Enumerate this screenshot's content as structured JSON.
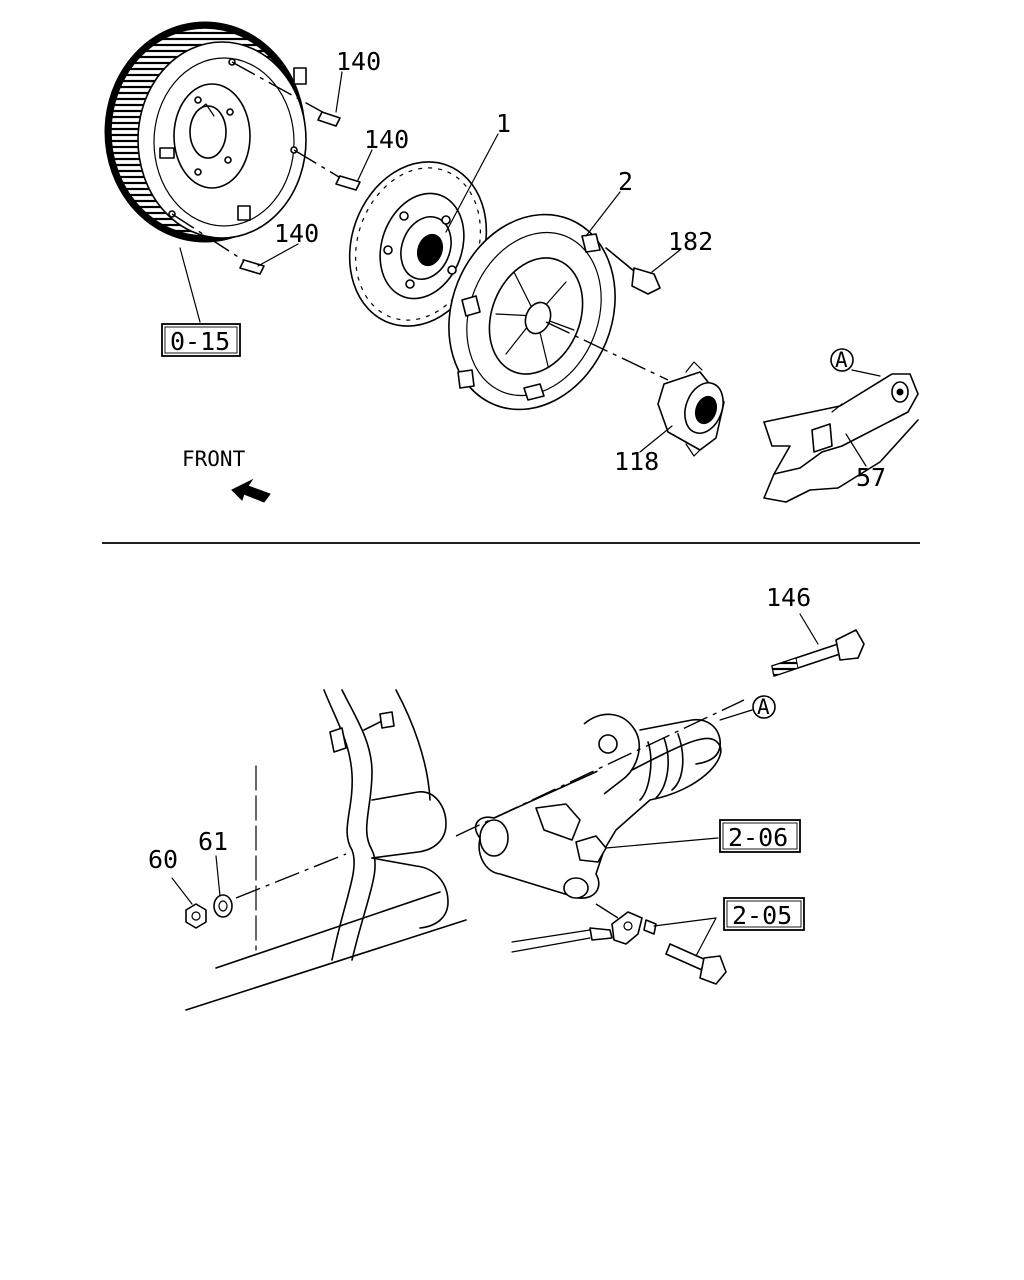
{
  "labels": {
    "pin_top": "140",
    "pin_mid": "140",
    "pin_low": "140",
    "clutch_disc": "1",
    "pressure_plate": "2",
    "bolt_pressure_plate": "182",
    "flywheel_ref": "0-15",
    "release_bearing": "118",
    "release_fork": "57",
    "fork_callout": "A",
    "front": "FRONT",
    "pivot_bolt": "146",
    "cylinder_callout": "A",
    "nut": "60",
    "washer": "61",
    "slave_cylinder_ref": "2-06",
    "hose_ref": "2-05"
  }
}
